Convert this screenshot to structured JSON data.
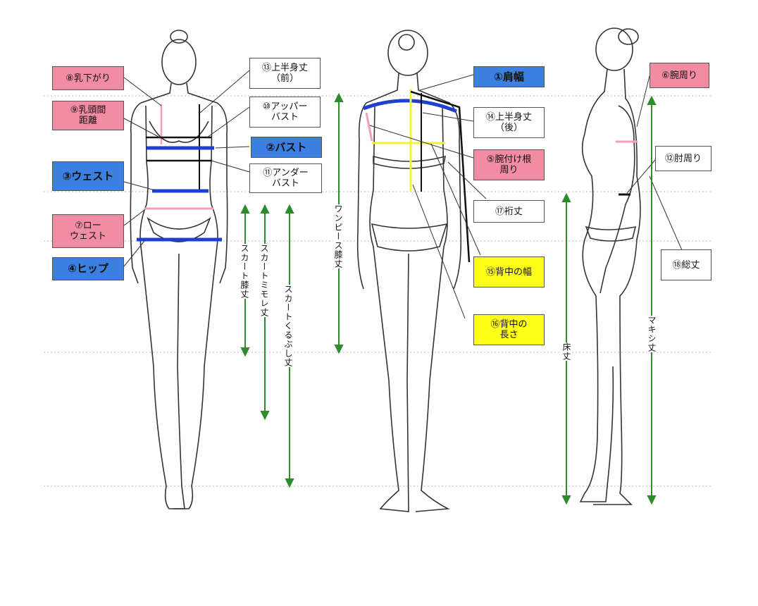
{
  "labels": {
    "l13": "⑬上半身丈\n（前）",
    "l8": "⑧乳下がり",
    "l9": "⑨乳頭間\n距離",
    "l10": "⑩アッパー\nバスト",
    "l2": "②バスト",
    "l11": "⑪アンダー\nバスト",
    "l3": "③ウェスト",
    "l7": "⑦ロー\nウェスト",
    "l4": "④ヒップ",
    "l1": "①肩幅",
    "l14": "⑭上半身丈\n（後）",
    "l5": "⑤腕付け根\n周り",
    "l17": "⑰裄丈",
    "l15": "⑮背中の幅",
    "l16": "⑯背中の\n長さ",
    "l6": "⑥腕周り",
    "l12": "⑫肘周り",
    "l18": "⑱総丈"
  },
  "vertical": {
    "skirt_knee": "スカート膝丈",
    "skirt_mimore": "スカートミモレ丈",
    "skirt_ankle": "スカートくるぶし丈",
    "onepiece_knee": "ワンピース膝丈",
    "floor": "床丈",
    "maxi": "マキシ丈"
  },
  "colors": {
    "pink": "#f28ca3",
    "blue": "#3b7fe0",
    "yellow": "#ffff1a",
    "arrow_green": "#2e8b2e",
    "measure_blue": "#1f3fd0",
    "measure_pink": "#f4a0b4",
    "measure_yellow": "#f2f23a"
  }
}
